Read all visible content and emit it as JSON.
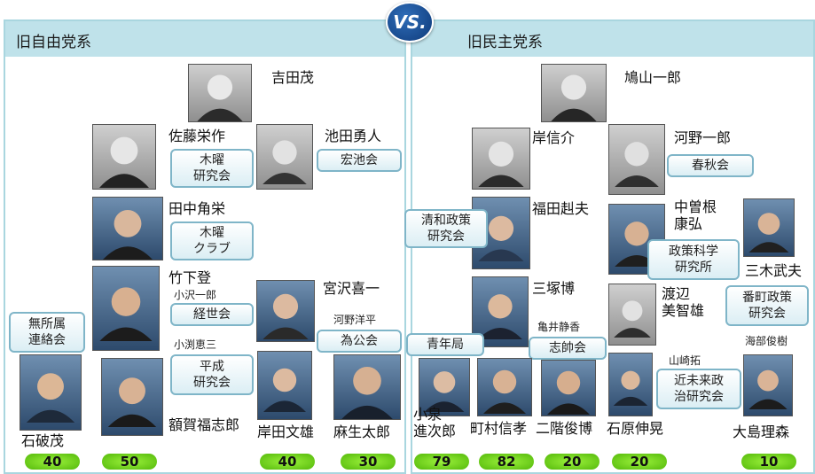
{
  "vs_label": "VS.",
  "left": {
    "title": "旧自由党系",
    "people": {
      "yoshida": "吉田茂",
      "sato": "佐藤栄作",
      "ikeda": "池田勇人",
      "tanaka": "田中角栄",
      "takeshita": "竹下登",
      "ozawa": "小沢一郎",
      "obuchi": "小渕恵三",
      "miyazawa": "宮沢喜一",
      "kono_yohei": "河野洋平",
      "ishiba": "石破茂",
      "nukaga": "額賀福志郎",
      "kishida": "岸田文雄",
      "aso": "麻生太郎"
    },
    "factions": {
      "mokuyo_kenkyukai": "木曜\n研究会",
      "kochikai": "宏池会",
      "mokuyo_club": "木曜\nクラブ",
      "keiseikai": "経世会",
      "heisei_kenkyukai": "平成\n研究会",
      "mushozoku": "無所属\n連絡会",
      "ikoukai": "為公会"
    },
    "counts": {
      "ishiba": "40",
      "nukaga": "50",
      "kishida": "40",
      "aso": "30"
    }
  },
  "right": {
    "title": "旧民主党系",
    "people": {
      "hatoyama": "鳩山一郎",
      "kishi": "岸信介",
      "kono_ichiro": "河野一郎",
      "fukuda": "福田赳夫",
      "nakasone": "中曽根\n康弘",
      "miki": "三木武夫",
      "mitsuzuka": "三塚博",
      "watanabe": "渡辺\n美智雄",
      "kamei": "亀井静香",
      "kaifu": "海部俊樹",
      "yamasaki": "山崎拓",
      "koizumi": "小泉\n進次郎",
      "machimura": "町村信孝",
      "nikai": "二階俊博",
      "ishihara": "石原伸晃",
      "oshima": "大島理森"
    },
    "factions": {
      "shunjukai": "春秋会",
      "seiwa": "清和政策\n研究会",
      "seisaku_kagaku": "政策科学\n研究所",
      "bancho": "番町政策\n研究会",
      "seinenkyoku": "青年局",
      "shisuikai": "志帥会",
      "kinmirai": "近未来政\n治研究会"
    },
    "counts": {
      "koizumi": "79",
      "machimura": "82",
      "nikai": "20",
      "ishihara": "20",
      "oshima": "10"
    }
  },
  "icons": {
    "portrait": "portrait-icon"
  }
}
